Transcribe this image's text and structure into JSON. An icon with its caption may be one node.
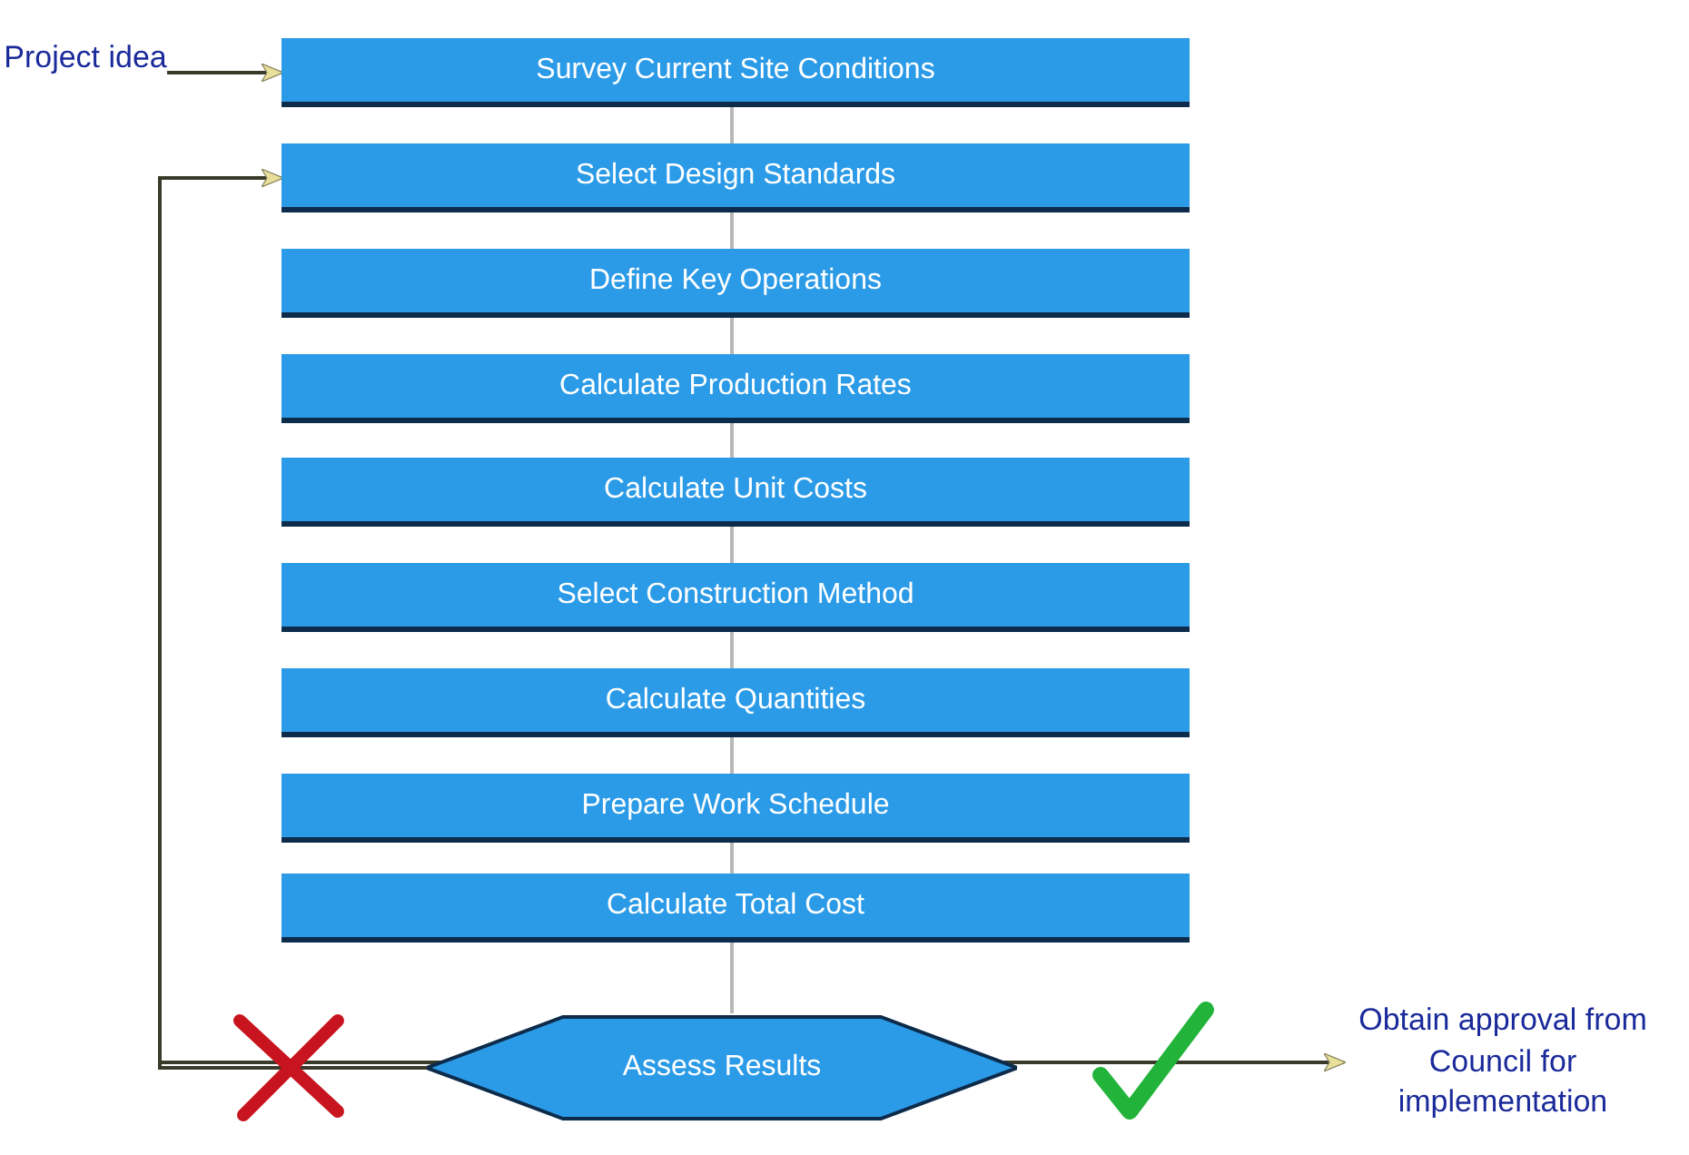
{
  "diagram": {
    "nodes": [
      {
        "text": [
          "Project idea"
        ]
      },
      {
        "text": [
          "Survey Current Site Conditions"
        ]
      },
      {
        "text": [
          "Select Design Standards"
        ]
      },
      {
        "text": [
          "Define Key Operations"
        ]
      },
      {
        "text": [
          "Calculate Production Rates"
        ]
      },
      {
        "text": [
          "Calculate Unit Costs"
        ]
      },
      {
        "text": [
          "Select Construction Method"
        ]
      },
      {
        "text": [
          "Calculate Quantities"
        ]
      },
      {
        "text": [
          "Prepare Work Schedule"
        ]
      },
      {
        "text": [
          "Calculate Total Cost"
        ]
      },
      {
        "text": [
          "Assess Results"
        ]
      },
      {
        "text": [
          "Obtain approval from Council for implementation"
        ]
      }
    ],
    "edges": [
      {
        "from": 0,
        "to": 1,
        "arrow": "to",
        "color": "#3a3a2a"
      },
      {
        "from": 1,
        "to": 2,
        "arrow": "none"
      },
      {
        "from": 2,
        "to": 3,
        "arrow": "none"
      },
      {
        "from": 3,
        "to": 4,
        "arrow": "none"
      },
      {
        "from": 4,
        "to": 5,
        "arrow": "none"
      },
      {
        "from": 5,
        "to": 6,
        "arrow": "none"
      },
      {
        "from": 6,
        "to": 7,
        "arrow": "none"
      },
      {
        "from": 7,
        "to": 8,
        "arrow": "none"
      },
      {
        "from": 8,
        "to": 9,
        "arrow": "none"
      },
      {
        "from": 9,
        "to": 10,
        "arrow": "none"
      },
      {
        "from": 10,
        "to": 2,
        "arrow": "to",
        "color": "#3a3a2a"
      },
      {
        "from": 10,
        "to": 11,
        "arrow": "to",
        "color": "#3a3a2a"
      }
    ]
  }
}
